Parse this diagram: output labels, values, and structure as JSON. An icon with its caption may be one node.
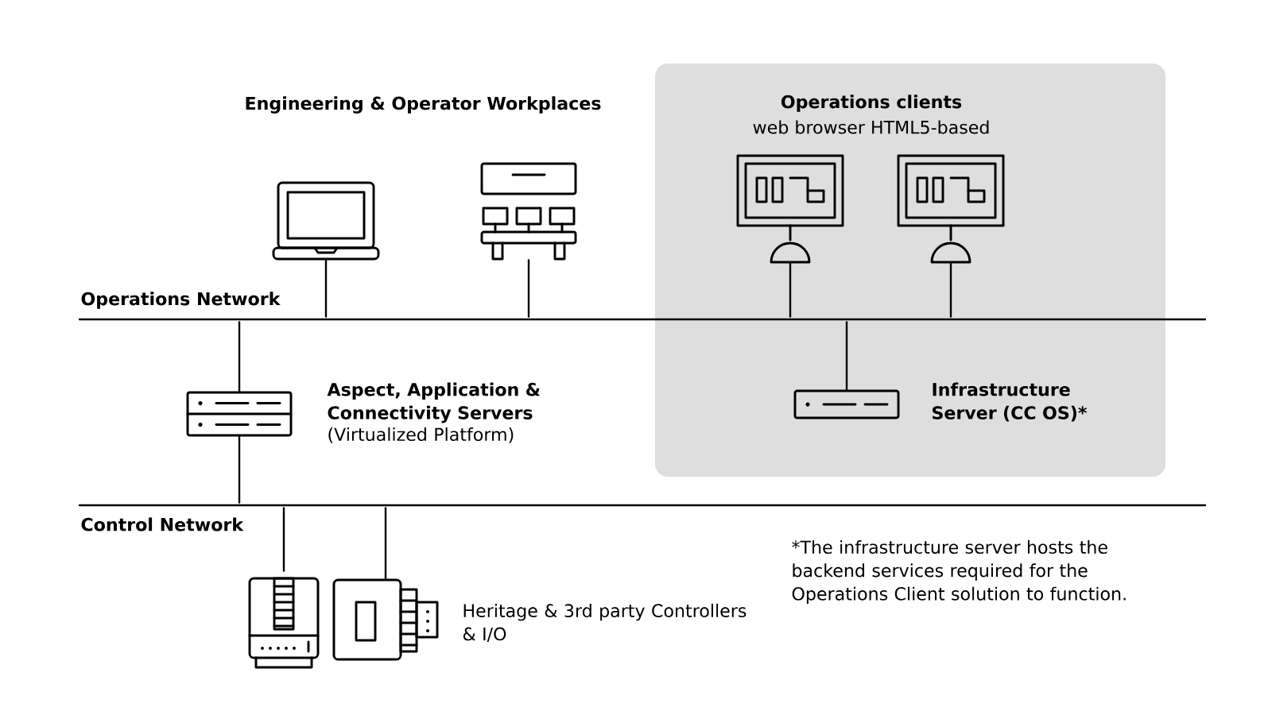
{
  "diagram": {
    "nodes": [
      {
        "text": [
          "Operations clients",
          "web browser HTML5-based"
        ]
      },
      {
        "text": [],
        "shape": "laptop"
      },
      {
        "text": [],
        "shape": "workstation"
      },
      {
        "text": [],
        "shape": "monitor",
        "in": 0
      },
      {
        "text": [],
        "shape": "monitor",
        "in": 0
      },
      {
        "text": [
          "Operations Network"
        ]
      },
      {
        "text": [],
        "shape": "server",
        "beside": [
          "Aspect, Application & Connectivity Servers",
          "(Virtualized Platform)"
        ]
      },
      {
        "text": [],
        "shape": "server",
        "beside": [
          "Infrastructure Server (CC OS)*"
        ],
        "in": 0
      },
      {
        "text": [
          "Control Network"
        ]
      },
      {
        "text": [],
        "shape": "controller"
      },
      {
        "text": [],
        "shape": "controller"
      }
    ],
    "edges": [
      {
        "from": 1,
        "to": 5,
        "arrow": "none"
      },
      {
        "from": 2,
        "to": 5,
        "arrow": "none"
      },
      {
        "from": 3,
        "to": 5,
        "arrow": "none"
      },
      {
        "from": 4,
        "to": 5,
        "arrow": "none"
      },
      {
        "from": 5,
        "to": 6,
        "arrow": "none"
      },
      {
        "from": 5,
        "to": 7,
        "arrow": "none"
      },
      {
        "from": 6,
        "to": 8,
        "arrow": "none"
      },
      {
        "from": 8,
        "to": 9,
        "arrow": "none"
      },
      {
        "from": 8,
        "to": 10,
        "arrow": "none"
      }
    ],
    "labels": [
      "Engineering & Operator Workplaces",
      "Heritage & 3rd party Controllers & I/O",
      "*The infrastructure server hosts the backend services required for the Operations Client solution to function."
    ]
  }
}
